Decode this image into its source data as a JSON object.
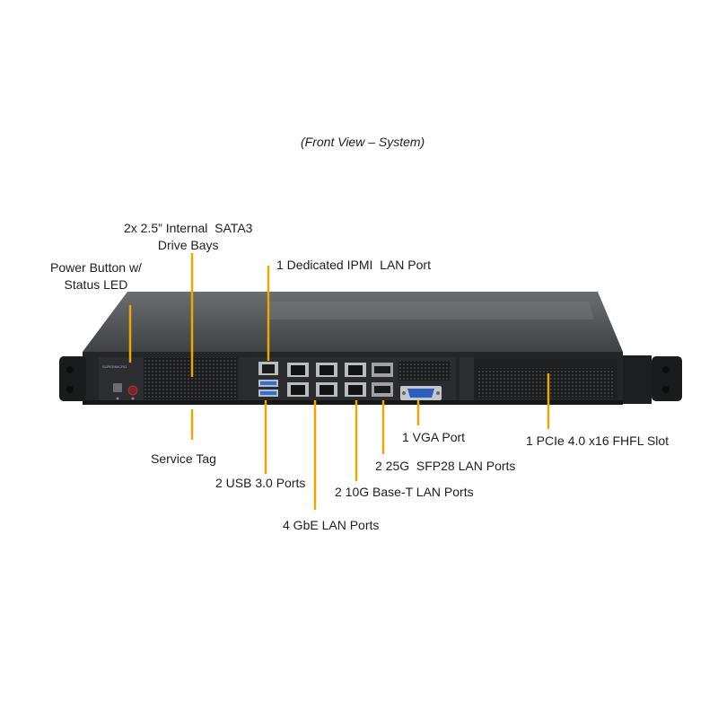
{
  "subtitle": "(Front View – System)",
  "colors": {
    "leader_line": "#f0a500",
    "chassis_top": "#55595c",
    "chassis_front": "#232527",
    "port_metal": "#b9bcc0",
    "usb_blue": "#2f6fd6",
    "vga_blue": "#2c5fbf"
  },
  "chassis": {
    "brand_text": "SUPERMICRO"
  },
  "callouts": {
    "drive_bays": "2x 2.5” Internal  SATA3\nDrive Bays",
    "power_button": "Power Button w/\nStatus LED",
    "ipmi_port": "1 Dedicated IPMI  LAN Port",
    "service_tag": "Service Tag",
    "usb_ports": "2 USB 3.0 Ports",
    "gbe_ports": "4 GbE LAN Ports",
    "tenG_ports": "2 10G Base-T LAN Ports",
    "sfp_ports": "2 25G  SFP28 LAN Ports",
    "vga_port": "1 VGA Port",
    "pcie_slot": "1 PCIe 4.0 x16 FHFL Slot"
  }
}
